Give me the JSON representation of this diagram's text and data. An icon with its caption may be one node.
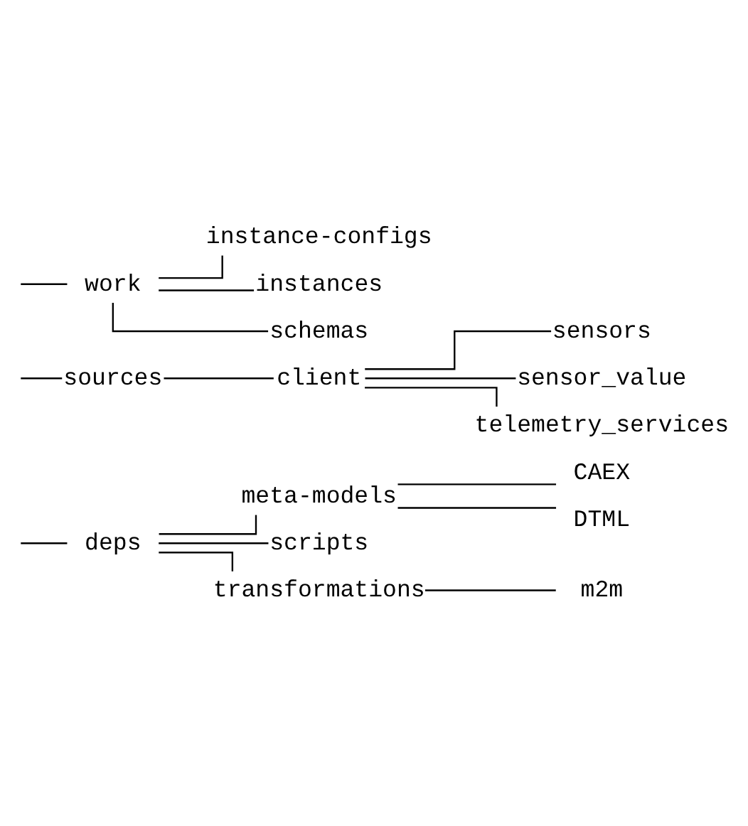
{
  "diagram": {
    "nodes": [
      {
        "text": [
          "deps"
        ]
      },
      {
        "text": [
          "meta-models"
        ]
      },
      {
        "text": [
          "CAEX"
        ]
      },
      {
        "text": [
          "DTML"
        ]
      },
      {
        "text": [
          "scripts"
        ]
      },
      {
        "text": [
          "transformations"
        ]
      },
      {
        "text": [
          "m2m"
        ]
      },
      {
        "text": [
          "sources"
        ]
      },
      {
        "text": [
          "client"
        ]
      },
      {
        "text": [
          "sensors"
        ]
      },
      {
        "text": [
          "sensor_value"
        ]
      },
      {
        "text": [
          "telemetry_services"
        ]
      },
      {
        "text": [
          "work"
        ]
      },
      {
        "text": [
          "instance-configs"
        ]
      },
      {
        "text": [
          "instances"
        ]
      },
      {
        "text": [
          "schemas"
        ]
      }
    ],
    "edges": [
      {
        "from": null,
        "to": 0,
        "arrow": "none"
      },
      {
        "from": 0,
        "to": 1,
        "arrow": "none"
      },
      {
        "from": 1,
        "to": 2,
        "arrow": "none"
      },
      {
        "from": 1,
        "to": 3,
        "arrow": "none"
      },
      {
        "from": 0,
        "to": 4,
        "arrow": "none"
      },
      {
        "from": 0,
        "to": 5,
        "arrow": "none"
      },
      {
        "from": 5,
        "to": 6,
        "arrow": "none"
      },
      {
        "from": null,
        "to": 7,
        "arrow": "none"
      },
      {
        "from": 7,
        "to": 8,
        "arrow": "none"
      },
      {
        "from": 8,
        "to": 9,
        "arrow": "none"
      },
      {
        "from": 8,
        "to": 10,
        "arrow": "none"
      },
      {
        "from": 8,
        "to": 11,
        "arrow": "none"
      },
      {
        "from": null,
        "to": 12,
        "arrow": "none"
      },
      {
        "from": 12,
        "to": 13,
        "arrow": "none"
      },
      {
        "from": 12,
        "to": 14,
        "arrow": "none"
      },
      {
        "from": 12,
        "to": 15,
        "arrow": "none"
      }
    ]
  }
}
